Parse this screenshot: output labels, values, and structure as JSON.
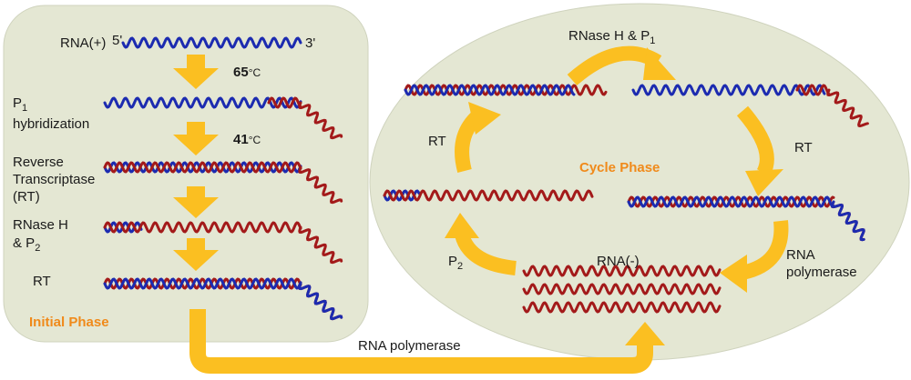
{
  "colors": {
    "panel_fill": "#e4e7d3",
    "panel_stroke": "#cfd3bd",
    "rna_plus": "#1c2bb0",
    "dna": "#a31a1a",
    "rna_minus": "#a31a1a",
    "arrow": "#fbbf21",
    "phase_label": "#f08a1a"
  },
  "initial": {
    "phase_label": "Initial Phase",
    "rna_label": "RNA(+)",
    "prime5": "5'",
    "prime3": "3'",
    "temp1_value": "65",
    "temp1_unit": "°C",
    "temp2_value": "41",
    "temp2_unit": "°C",
    "p1_label": "P",
    "p1_sub": "1",
    "hyb_label": "hybridization",
    "rt_line1": "Reverse",
    "rt_line2": "Transcriptase",
    "rt_line3": "(RT)",
    "rnase_line1": "RNase H",
    "rnase_line2_prefix": "& P",
    "rnase_line2_sub": "2",
    "rt_label": "RT"
  },
  "cycle": {
    "phase_label": "Cycle Phase",
    "top_label_prefix": "RNase H & P",
    "top_label_sub": "1",
    "rt_right": "RT",
    "rt_left": "RT",
    "rna_pol_line1": "RNA",
    "rna_pol_line2": "polymerase",
    "p2_label": "P",
    "p2_sub": "2",
    "rna_minus_label": "RNA(-)"
  },
  "connector_label": "RNA polymerase"
}
